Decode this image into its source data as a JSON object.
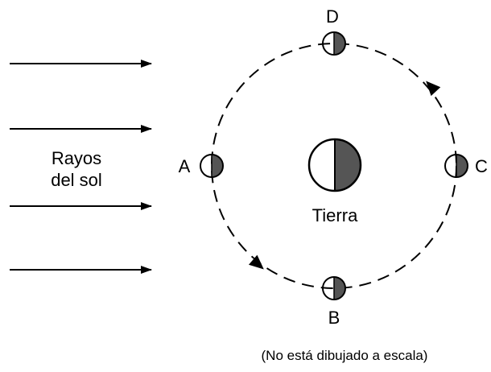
{
  "colors": {
    "line": "#000000",
    "shade": "#555555",
    "light": "#ffffff"
  },
  "labels": {
    "sun_rays_line1": "Rayos",
    "sun_rays_line2": "del sol",
    "earth": "Tierra",
    "pos_a": "A",
    "pos_b": "B",
    "pos_c": "C",
    "pos_d": "D",
    "scale_note": "(No está dibujado a escala)"
  },
  "icons": {
    "sun_ray": "arrow-right",
    "orbit": "dashed-circle",
    "moon": "half-shaded-circle",
    "earth": "half-shaded-circle"
  }
}
